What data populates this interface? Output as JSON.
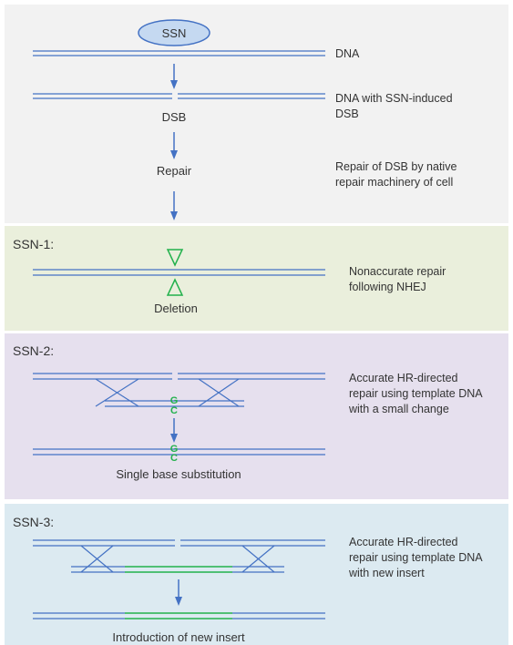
{
  "colors": {
    "dna": "#4472c4",
    "green": "#22b14c",
    "panel_top": "#f2f2f2",
    "panel_ssn1": "#eaefdc",
    "panel_ssn2": "#e6e0ee",
    "panel_ssn3": "#dceaf1",
    "text": "#333333"
  },
  "top": {
    "enzyme_label": "SSN",
    "dna_label": "DNA",
    "dsb_desc_line1": "DNA with SSN-induced",
    "dsb_desc_line2": "DSB",
    "dsb_label": "DSB",
    "repair_label": "Repair",
    "repair_desc_line1": "Repair of DSB by native",
    "repair_desc_line2": "repair machinery of cell"
  },
  "ssn1": {
    "heading": "SSN-1:",
    "result_label": "Deletion",
    "desc_line1": "Nonaccurate repair",
    "desc_line2": "following NHEJ"
  },
  "ssn2": {
    "heading": "SSN-2:",
    "base_top": "G",
    "base_bottom": "C",
    "result_label": "Single base substitution",
    "desc_line1": "Accurate HR-directed",
    "desc_line2": "repair using template DNA",
    "desc_line3": "with a small change"
  },
  "ssn3": {
    "heading": "SSN-3:",
    "result_label": "Introduction of new insert",
    "desc_line1": "Accurate HR-directed",
    "desc_line2": "repair using template DNA",
    "desc_line3": "with new insert"
  }
}
